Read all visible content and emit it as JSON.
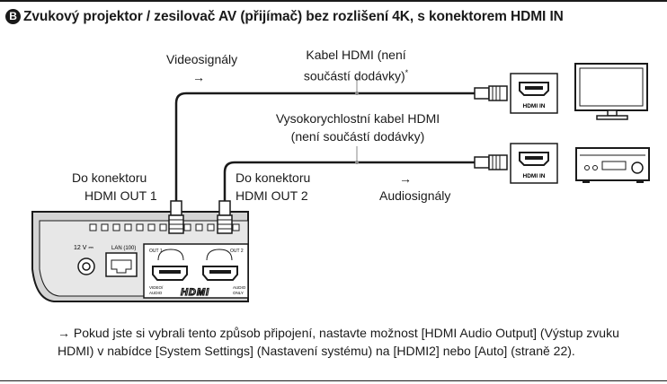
{
  "heading": {
    "badge": "B",
    "title": "Zvukový projektor / zesilovač AV (přijímač) bez rozlišení 4K, s konektorem HDMI IN"
  },
  "labels": {
    "video_signals": "Videosignály",
    "video_arrow": "→",
    "hdmi_cable_line1": "Kabel HDMI (není",
    "hdmi_cable_line2": "součástí dodávky)",
    "hdmi_cable_footnote": "*",
    "highspeed_line1": "Vysokorychlostní kabel HDMI",
    "highspeed_line2": "(není součástí dodávky)",
    "out1_line1": "Do konektoru",
    "out1_line2": "HDMI OUT 1",
    "out2_line1": "Do konektoru",
    "out2_line2": "HDMI OUT 2",
    "audio_arrow": "→",
    "audio_signals": "Audiosignály"
  },
  "device": {
    "power_label": "12 V ⎓",
    "lan_label": "LAN (100)",
    "out1_label": "OUT 1",
    "out2_label": "OUT 2",
    "out1_sub_line1": "VIDEO/",
    "out1_sub_line2": "AUDIO",
    "out2_sub_line1": "AUDIO",
    "out2_sub_line2": "ONLY",
    "hdmi_logo": "HDMI"
  },
  "tv": {
    "port_label": "HDMI IN"
  },
  "receiver": {
    "port_label": "HDMI IN"
  },
  "note": {
    "arrow": "→",
    "text": " Pokud jste si vybrali tento způsob připojení, nastavte možnost [HDMI Audio Output] (Výstup zvuku HDMI) v nabídce [System Settings] (Nastavení systému) na [HDMI2] nebo [Auto] (straně 22)."
  }
}
